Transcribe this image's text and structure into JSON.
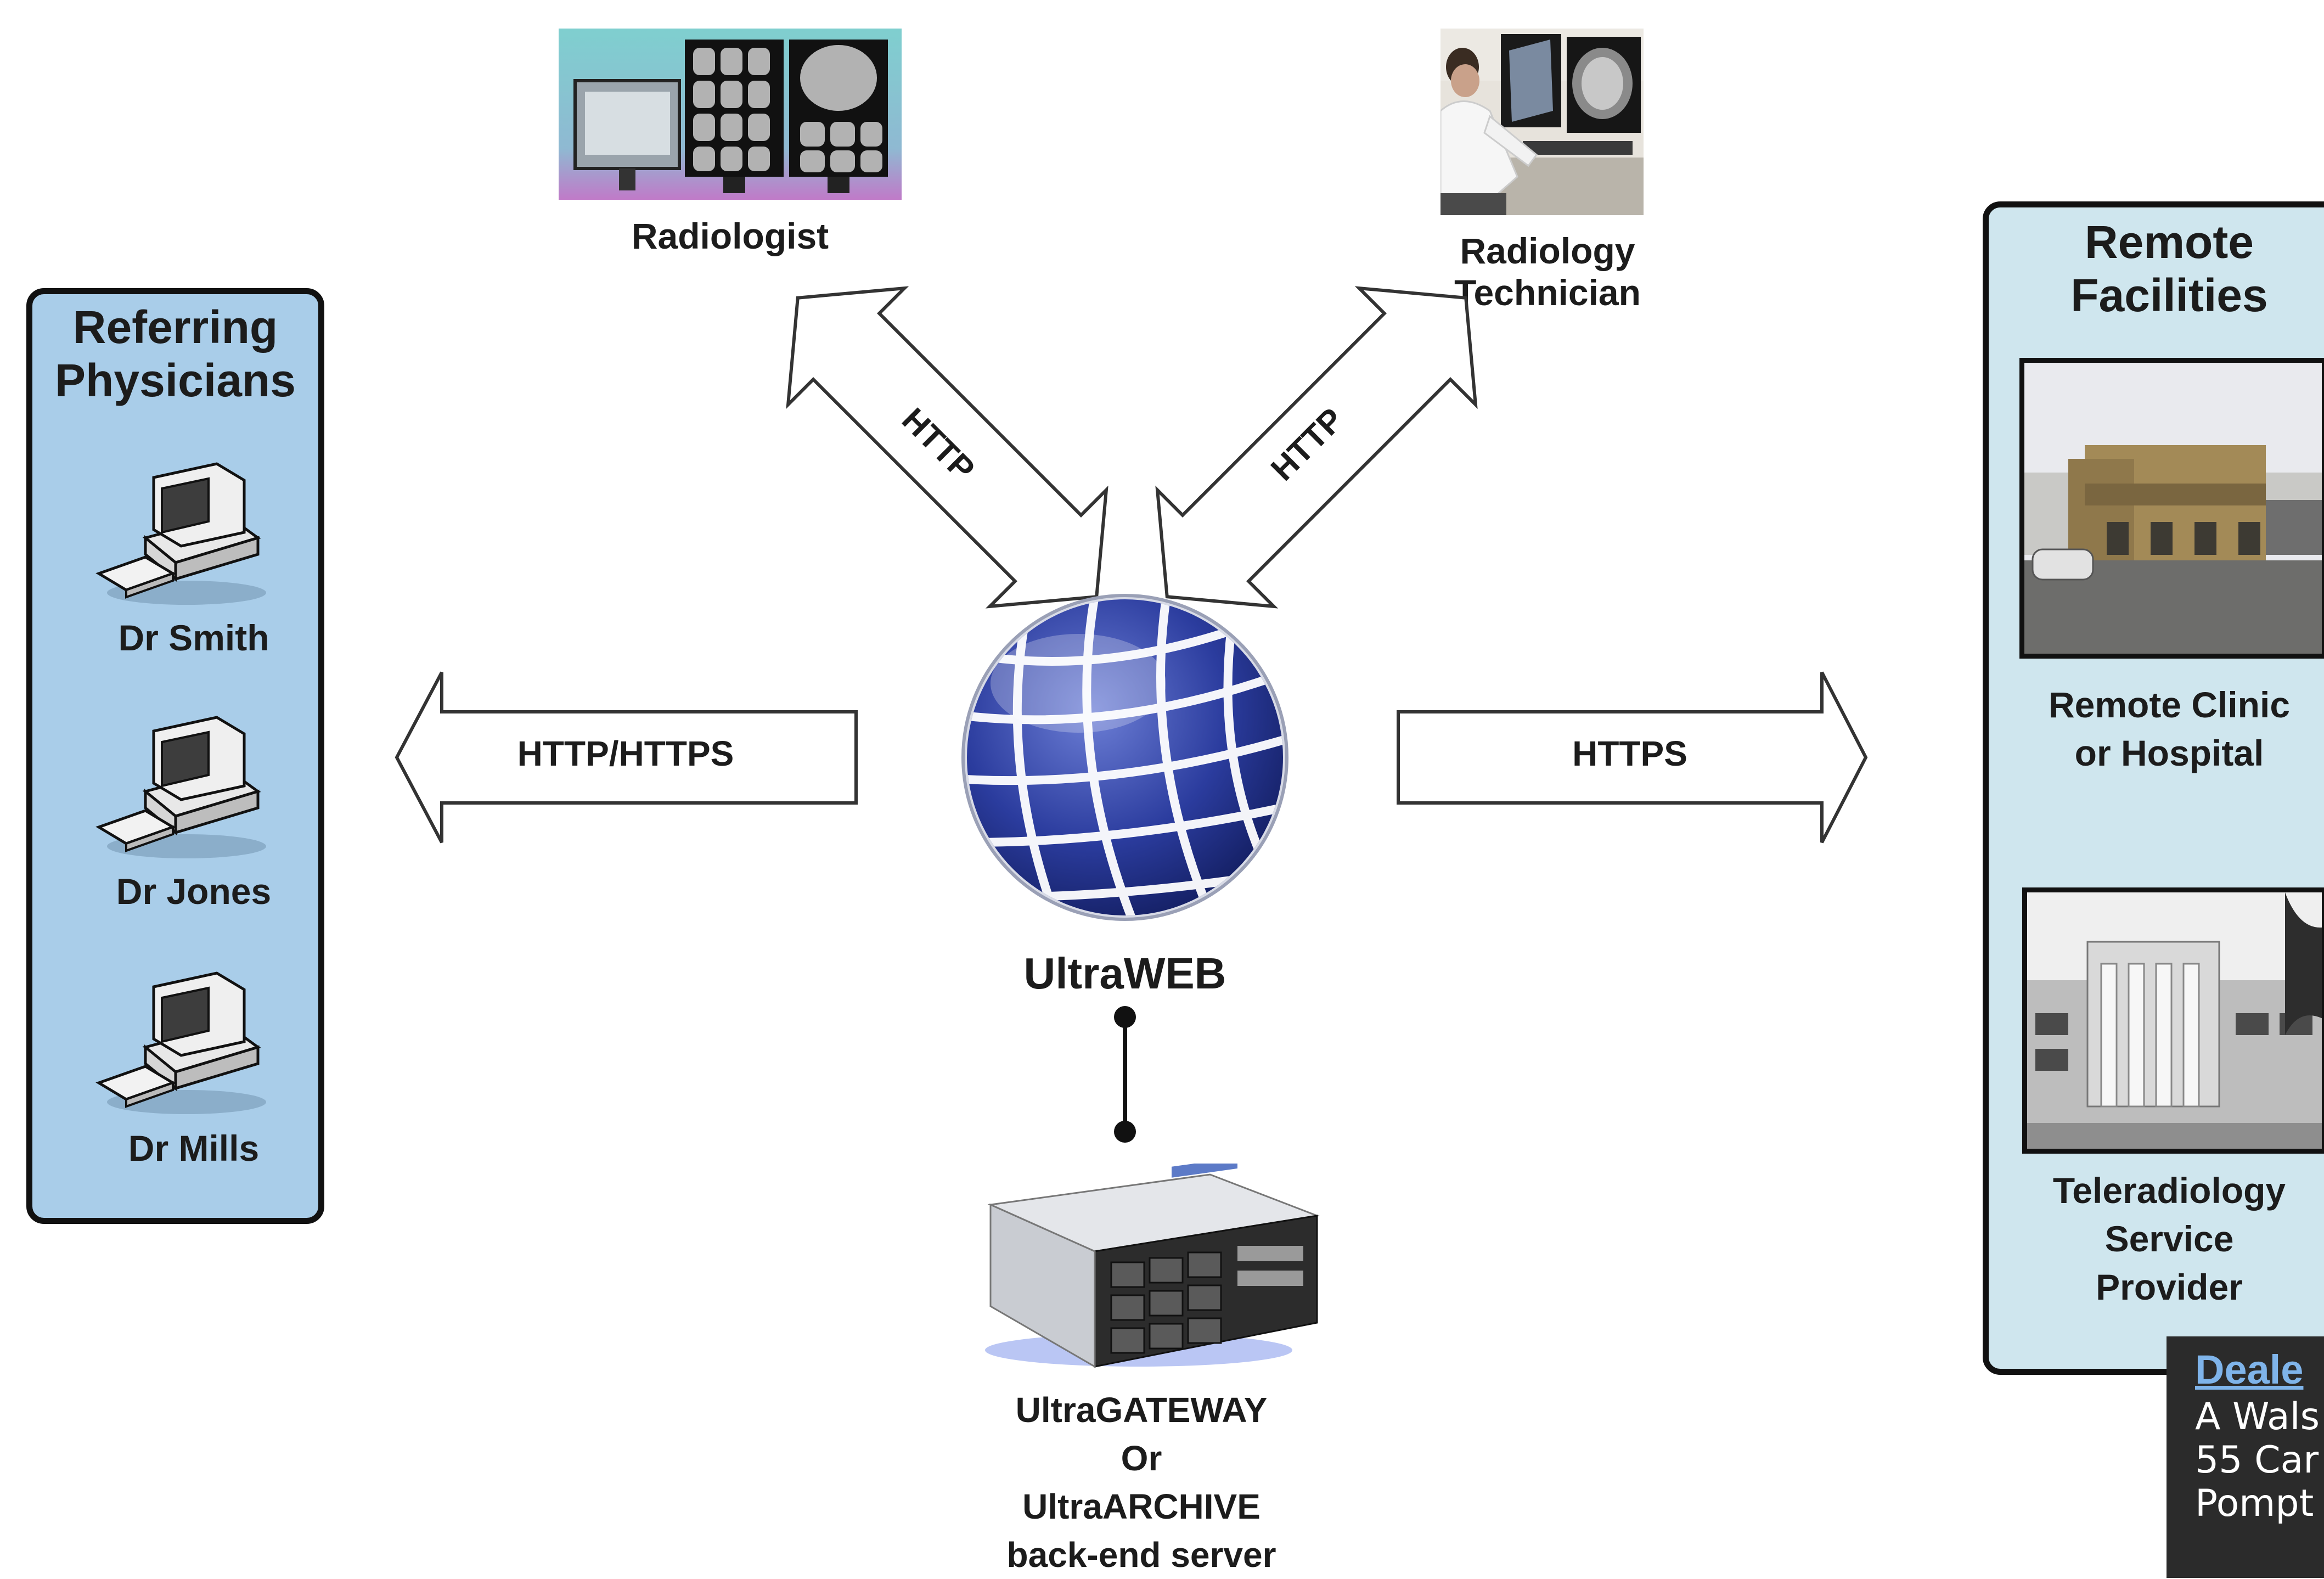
{
  "referring": {
    "title_line1": "Referring",
    "title_line2": "Physicians",
    "computers": [
      {
        "label": "Dr Smith"
      },
      {
        "label": "Dr Jones"
      },
      {
        "label": "Dr Mills"
      }
    ]
  },
  "remote": {
    "title_line1": "Remote",
    "title_line2": "Facilities",
    "site1_line1": "Remote Clinic",
    "site1_line2": "or Hospital",
    "site2_line1": "Teleradiology",
    "site2_line2": "Service",
    "site2_line3": "Provider"
  },
  "top": {
    "radiologist": "Radiologist",
    "technician_line1": "Radiology",
    "technician_line2": "Technician"
  },
  "arrows": {
    "left": "HTTP/HTTPS",
    "right": "HTTPS",
    "upper_left": "HTTP",
    "upper_right": "HTTP"
  },
  "center": {
    "name": "UltraWEB",
    "server_line1": "UltraGATEWAY",
    "server_line2": "Or",
    "server_line3": "UltraARCHIVE",
    "server_line4": "back-end server"
  },
  "dealer": {
    "title": "Deale",
    "line1": "A Wals",
    "line2": "55 Car",
    "line3": "Pompt"
  },
  "colors": {
    "left_panel": "#a9cde9",
    "right_panel": "#cfe6ee",
    "globe": "#2b3c9e"
  }
}
